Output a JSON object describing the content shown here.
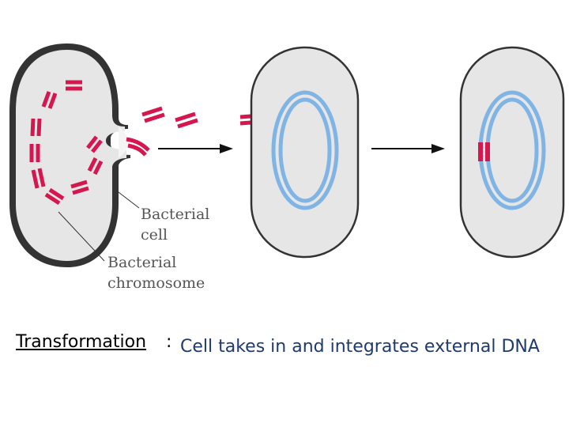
{
  "diagram": {
    "labels": {
      "bacterial_cell": [
        "Bacterial",
        "cell"
      ],
      "bacterial_chromosome": [
        "Bacterial",
        "chromosome"
      ]
    },
    "colors": {
      "cell_fill": "#e6e6e6",
      "cell_outline": "#333333",
      "donor_dna": "#d6174f",
      "recipient_dna": "#7fb4e4",
      "arrow": "#111111"
    }
  },
  "caption": {
    "term": "Transformation",
    "colon": ":",
    "description": "Cell takes in and integrates external DNA"
  }
}
